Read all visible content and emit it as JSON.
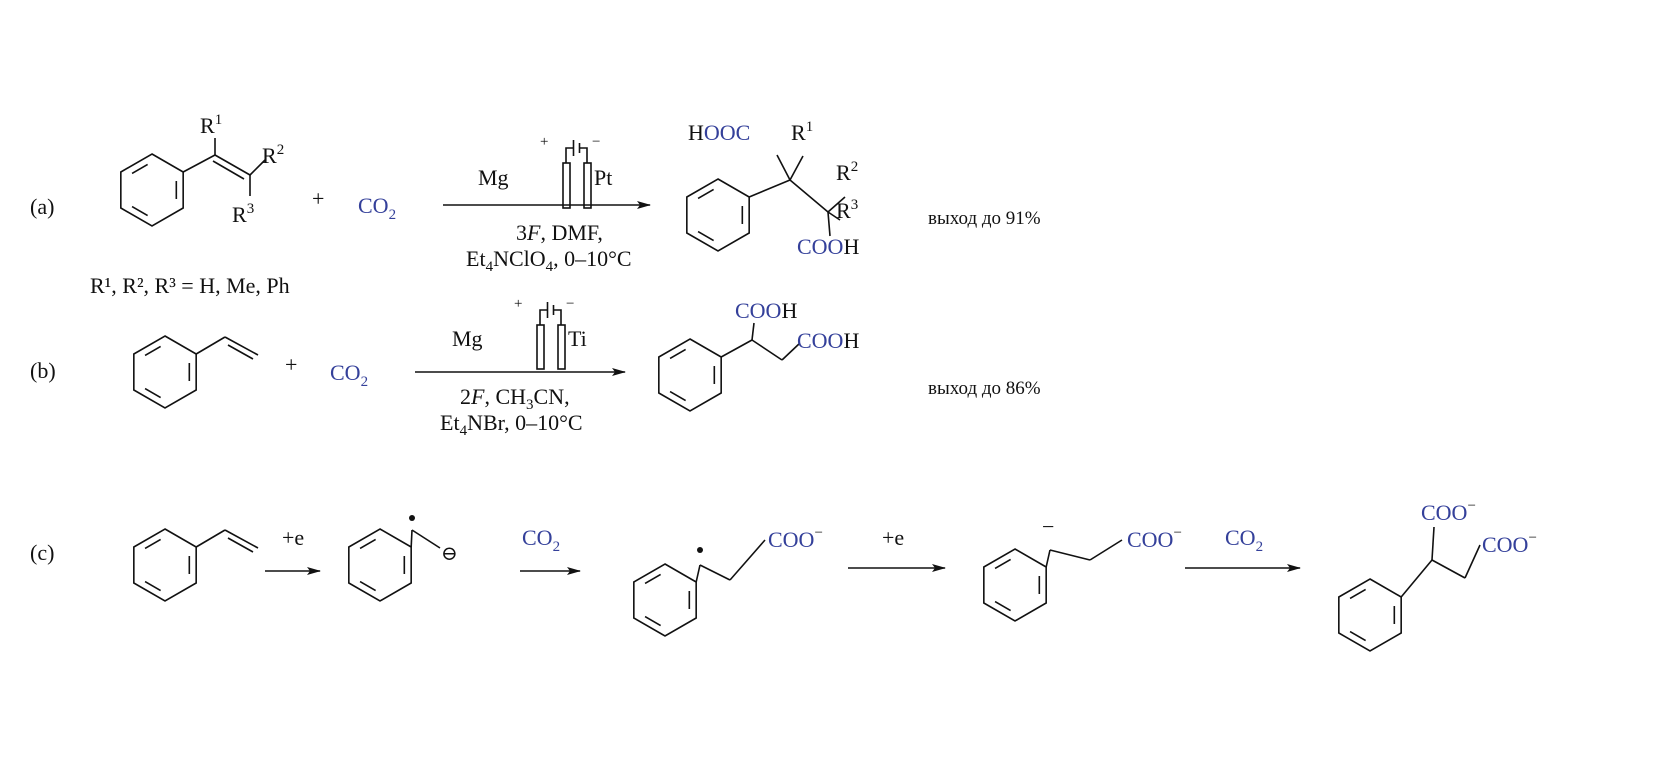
{
  "colors": {
    "accent_blue": "#34409a",
    "ink": "#111111"
  },
  "a": {
    "label": "(a)",
    "r1": "R",
    "r1_sup": "1",
    "r2": "R",
    "r2_sup": "2",
    "r3": "R",
    "r3_sup": "3",
    "plus": "+",
    "co2": "CO",
    "co2_sub": "2",
    "anode": "Mg",
    "cathode": "Pt",
    "pos": "+",
    "neg": "−",
    "cond1_num": "3",
    "cond1_F": "F",
    "cond1_rest": ", DMF,",
    "cond2_a": "Et",
    "cond2_sub1": "4",
    "cond2_b": "NClO",
    "cond2_sub2": "4",
    "cond2_c": ", 0–10°C",
    "prod_h1": "H",
    "prod_ooc": "OOC",
    "prod_coo": "COO",
    "prod_h2": "H",
    "yield": "выход  до  91%",
    "substituents": "R¹, R², R³ = H, Me, Ph"
  },
  "b": {
    "label": "(b)",
    "plus": "+",
    "co2": "CO",
    "co2_sub": "2",
    "anode": "Mg",
    "cathode": "Ti",
    "pos": "+",
    "neg": "−",
    "cond1_num": "2",
    "cond1_F": "F",
    "cond1_a": ", CH",
    "cond1_sub": "3",
    "cond1_b": "CN,",
    "cond2_a": "Et",
    "cond2_sub": "4",
    "cond2_b": "NBr, 0–10°C",
    "prod_coo1": "COO",
    "prod_h1": "H",
    "prod_coo2": "COO",
    "prod_h2": "H",
    "yield": "выход  до  86%"
  },
  "c": {
    "label": "(c)",
    "step1": "+e",
    "step2_co2": "CO",
    "step2_sub": "2",
    "step3": "+e",
    "step4_co2": "CO",
    "step4_sub": "2",
    "anion": "⊖",
    "minus": "−",
    "coo": "COO"
  }
}
